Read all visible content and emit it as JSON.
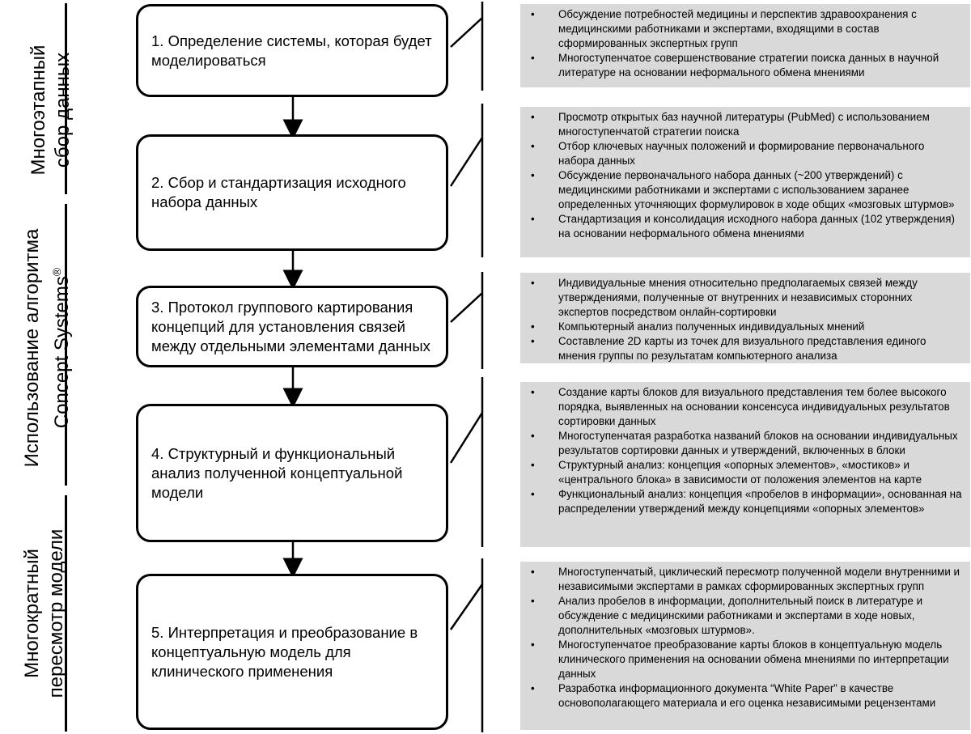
{
  "stages": [
    {
      "line1": "Многоэтапный",
      "line2": "сбор данных"
    },
    {
      "line1": "Использование алгоритма",
      "line2": "Concept Systems",
      "sup": "®"
    },
    {
      "line1": "Многократный",
      "line2": "пересмотр модели"
    }
  ],
  "steps": [
    {
      "text": "1. Определение системы, которая будет моделироваться"
    },
    {
      "text": "2. Сбор и стандартизация исходного набора данных"
    },
    {
      "text": "3. Протокол группового картирования концепций для установления связей между отдельными элементами данных"
    },
    {
      "text": "4. Структурный и функциональный анализ полученной концептуальной модели"
    },
    {
      "text": "5. Интерпретация и преобразование в концептуальную модель для клинического применения"
    }
  ],
  "details": [
    {
      "items": [
        "Обсуждение потребностей медицины и перспектив здравоохранения с медицинскими работниками и экспертами, входящими в состав сформированных экспертных групп",
        "Многоступенчатое совершенствование стратегии поиска данных в научной литературе на основании неформального обмена мнениями"
      ]
    },
    {
      "items": [
        "Просмотр открытых баз научной литературы (PubMed) с использованием многоступенчатой стратегии поиска",
        "Отбор ключевых научных положений и формирование первоначального набора данных",
        "Обсуждение первоначального набора данных (~200 утверждений) с медицинскими работниками и экспертами с использованием заранее определенных уточняющих формулировок в ходе общих «мозговых штурмов»",
        "Стандартизация и консолидация исходного набора данных (102 утверждения) на основании неформального обмена мнениями"
      ]
    },
    {
      "items": [
        "Индивидуальные мнения относительно предполагаемых связей между утверждениями, полученные от внутренних и независимых сторонних экспертов посредством онлайн-сортировки",
        "Компьютерный анализ полученных индивидуальных мнений",
        "Составление 2D карты из точек для визуального представления единого мнения группы по результатам компьютерного анализа"
      ]
    },
    {
      "items": [
        "Создание карты блоков для визуального представления тем более высокого порядка, выявленных на основании консенсуса индивидуальных результатов сортировки данных",
        "Многоступенчатая разработка названий блоков на основании индивидуальных результатов сортировки данных и утверждений, включенных в блоки",
        "Структурный анализ: концепция «опорных элементов», «мостиков» и «центрального блока» в зависимости от положения элементов на карте",
        "Функциональный анализ: концепция «пробелов в информации», основанная на распределении утверждений между концепциями «опорных элементов»"
      ]
    },
    {
      "items": [
        "Многоступенчатый, циклический пересмотр полученной модели внутренними и независимыми экспертами в рамках сформированных экспертных групп",
        "Анализ пробелов в информации, дополнительный поиск в литературе и обсуждение с медицинскими работниками и экспертами в ходе новых, дополнительных «мозговых штурмов».",
        "Многоступенчатое преобразование карты блоков в концептуальную модель клинического применения на основании обмена мнениями по интерпретации данных",
        "Разработка информационного документа “White Paper” в качестве основополагающего материала и его оценка независимыми рецензентами"
      ]
    }
  ]
}
